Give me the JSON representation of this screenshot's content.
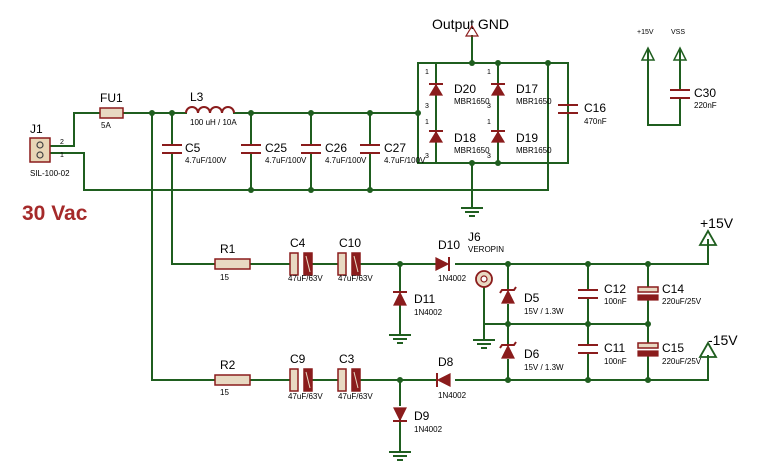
{
  "title": "30 Vac",
  "nets": {
    "output_gnd": "Output GND",
    "p15_big": "+15V",
    "n15_big": "-15V",
    "p15_small": "+15V",
    "vss": "VSS"
  },
  "connector": {
    "ref": "J1",
    "model": "SIL-100-02",
    "pin2": "2",
    "pin1": "1"
  },
  "fuse": {
    "ref": "FU1",
    "value": "5A"
  },
  "inductor": {
    "ref": "L3",
    "value": "100 uH / 10A"
  },
  "filter_caps": [
    {
      "ref": "C5",
      "value": "4.7uF/100V"
    },
    {
      "ref": "C25",
      "value": "4.7uF/100V"
    },
    {
      "ref": "C26",
      "value": "4.7uF/100V"
    },
    {
      "ref": "C27",
      "value": "4.7uF/100V"
    }
  ],
  "bridge": [
    {
      "ref": "D20",
      "value": "MBR1650"
    },
    {
      "ref": "D17",
      "value": "MBR1650"
    },
    {
      "ref": "D18",
      "value": "MBR1650"
    },
    {
      "ref": "D19",
      "value": "MBR1650"
    }
  ],
  "bridge_pins": {
    "p1": "1",
    "p3": "3"
  },
  "c16": {
    "ref": "C16",
    "value": "470nF"
  },
  "c30": {
    "ref": "C30",
    "value": "220nF"
  },
  "upper": {
    "r": {
      "ref": "R1",
      "value": "15"
    },
    "ca": {
      "ref": "C4",
      "value": "47uF/63V"
    },
    "cb": {
      "ref": "C10",
      "value": "47uF/63V"
    },
    "dser": {
      "ref": "D10",
      "value": "1N4002"
    },
    "dsh": {
      "ref": "D11",
      "value": "1N4002"
    }
  },
  "lower": {
    "r": {
      "ref": "R2",
      "value": "15"
    },
    "ca": {
      "ref": "C9",
      "value": "47uF/63V"
    },
    "cb": {
      "ref": "C3",
      "value": "47uF/63V"
    },
    "dser": {
      "ref": "D8",
      "value": "1N4002"
    },
    "dsh": {
      "ref": "D9",
      "value": "1N4002"
    }
  },
  "j6": {
    "ref": "J6",
    "value": "VEROPIN"
  },
  "zeners": [
    {
      "ref": "D5",
      "value": "15V / 1.3W"
    },
    {
      "ref": "D6",
      "value": "15V / 1.3W"
    }
  ],
  "out_caps": [
    {
      "ref": "C12",
      "value": "100nF"
    },
    {
      "ref": "C14",
      "value": "220uF/25V"
    },
    {
      "ref": "C11",
      "value": "100nF"
    },
    {
      "ref": "C15",
      "value": "220uF/25V"
    }
  ]
}
